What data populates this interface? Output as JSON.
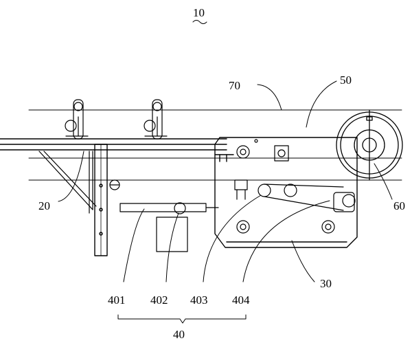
{
  "figure": {
    "main_label": "10",
    "labels": {
      "l70": "70",
      "l50": "50",
      "l20": "20",
      "l60": "60",
      "l30": "30",
      "l401": "401",
      "l402": "402",
      "l403": "403",
      "l404": "404",
      "l40": "40"
    }
  },
  "colors": {
    "line": "#000000",
    "background": "#ffffff"
  }
}
